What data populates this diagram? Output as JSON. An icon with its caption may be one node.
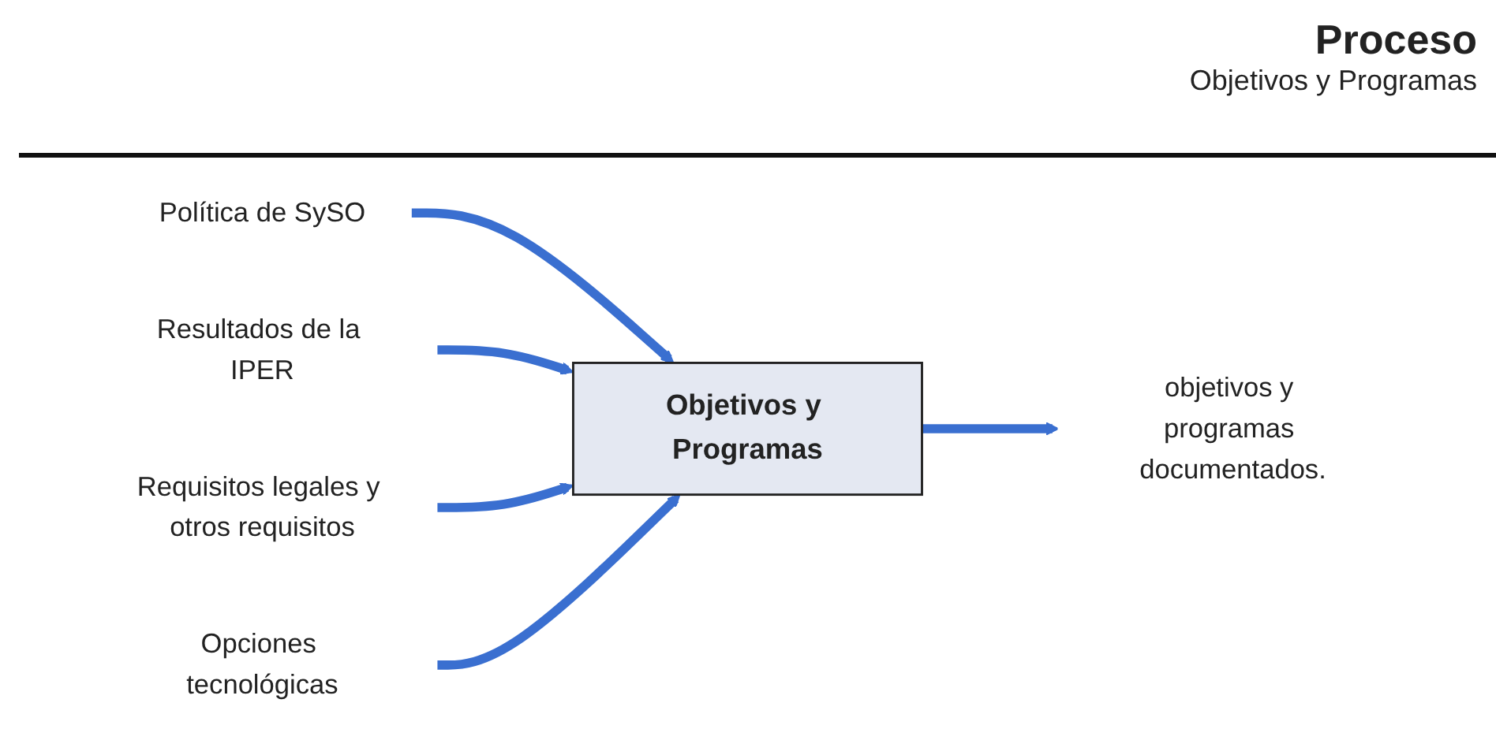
{
  "diagram": {
    "title": "Proceso",
    "nodes": [
      {
        "text": [
          "Política de SySO"
        ]
      },
      {
        "text": [
          "Resultados de la IPER"
        ]
      },
      {
        "text": [
          "Requisitos legales y otros requisitos"
        ]
      },
      {
        "text": [
          "Opciones tecnológicas"
        ]
      },
      {
        "text": [
          "Objetivos y Programas"
        ]
      },
      {
        "text": [
          "objetivos y programas documentados."
        ]
      }
    ],
    "edges": [
      {
        "from": 0,
        "to": 4,
        "arrow": "to"
      },
      {
        "from": 1,
        "to": 4,
        "arrow": "to"
      },
      {
        "from": 2,
        "to": 4,
        "arrow": "to"
      },
      {
        "from": 3,
        "to": 4,
        "arrow": "to"
      },
      {
        "from": 4,
        "to": 5,
        "arrow": "to"
      }
    ],
    "labels": [
      "Objetivos y Programas"
    ]
  }
}
